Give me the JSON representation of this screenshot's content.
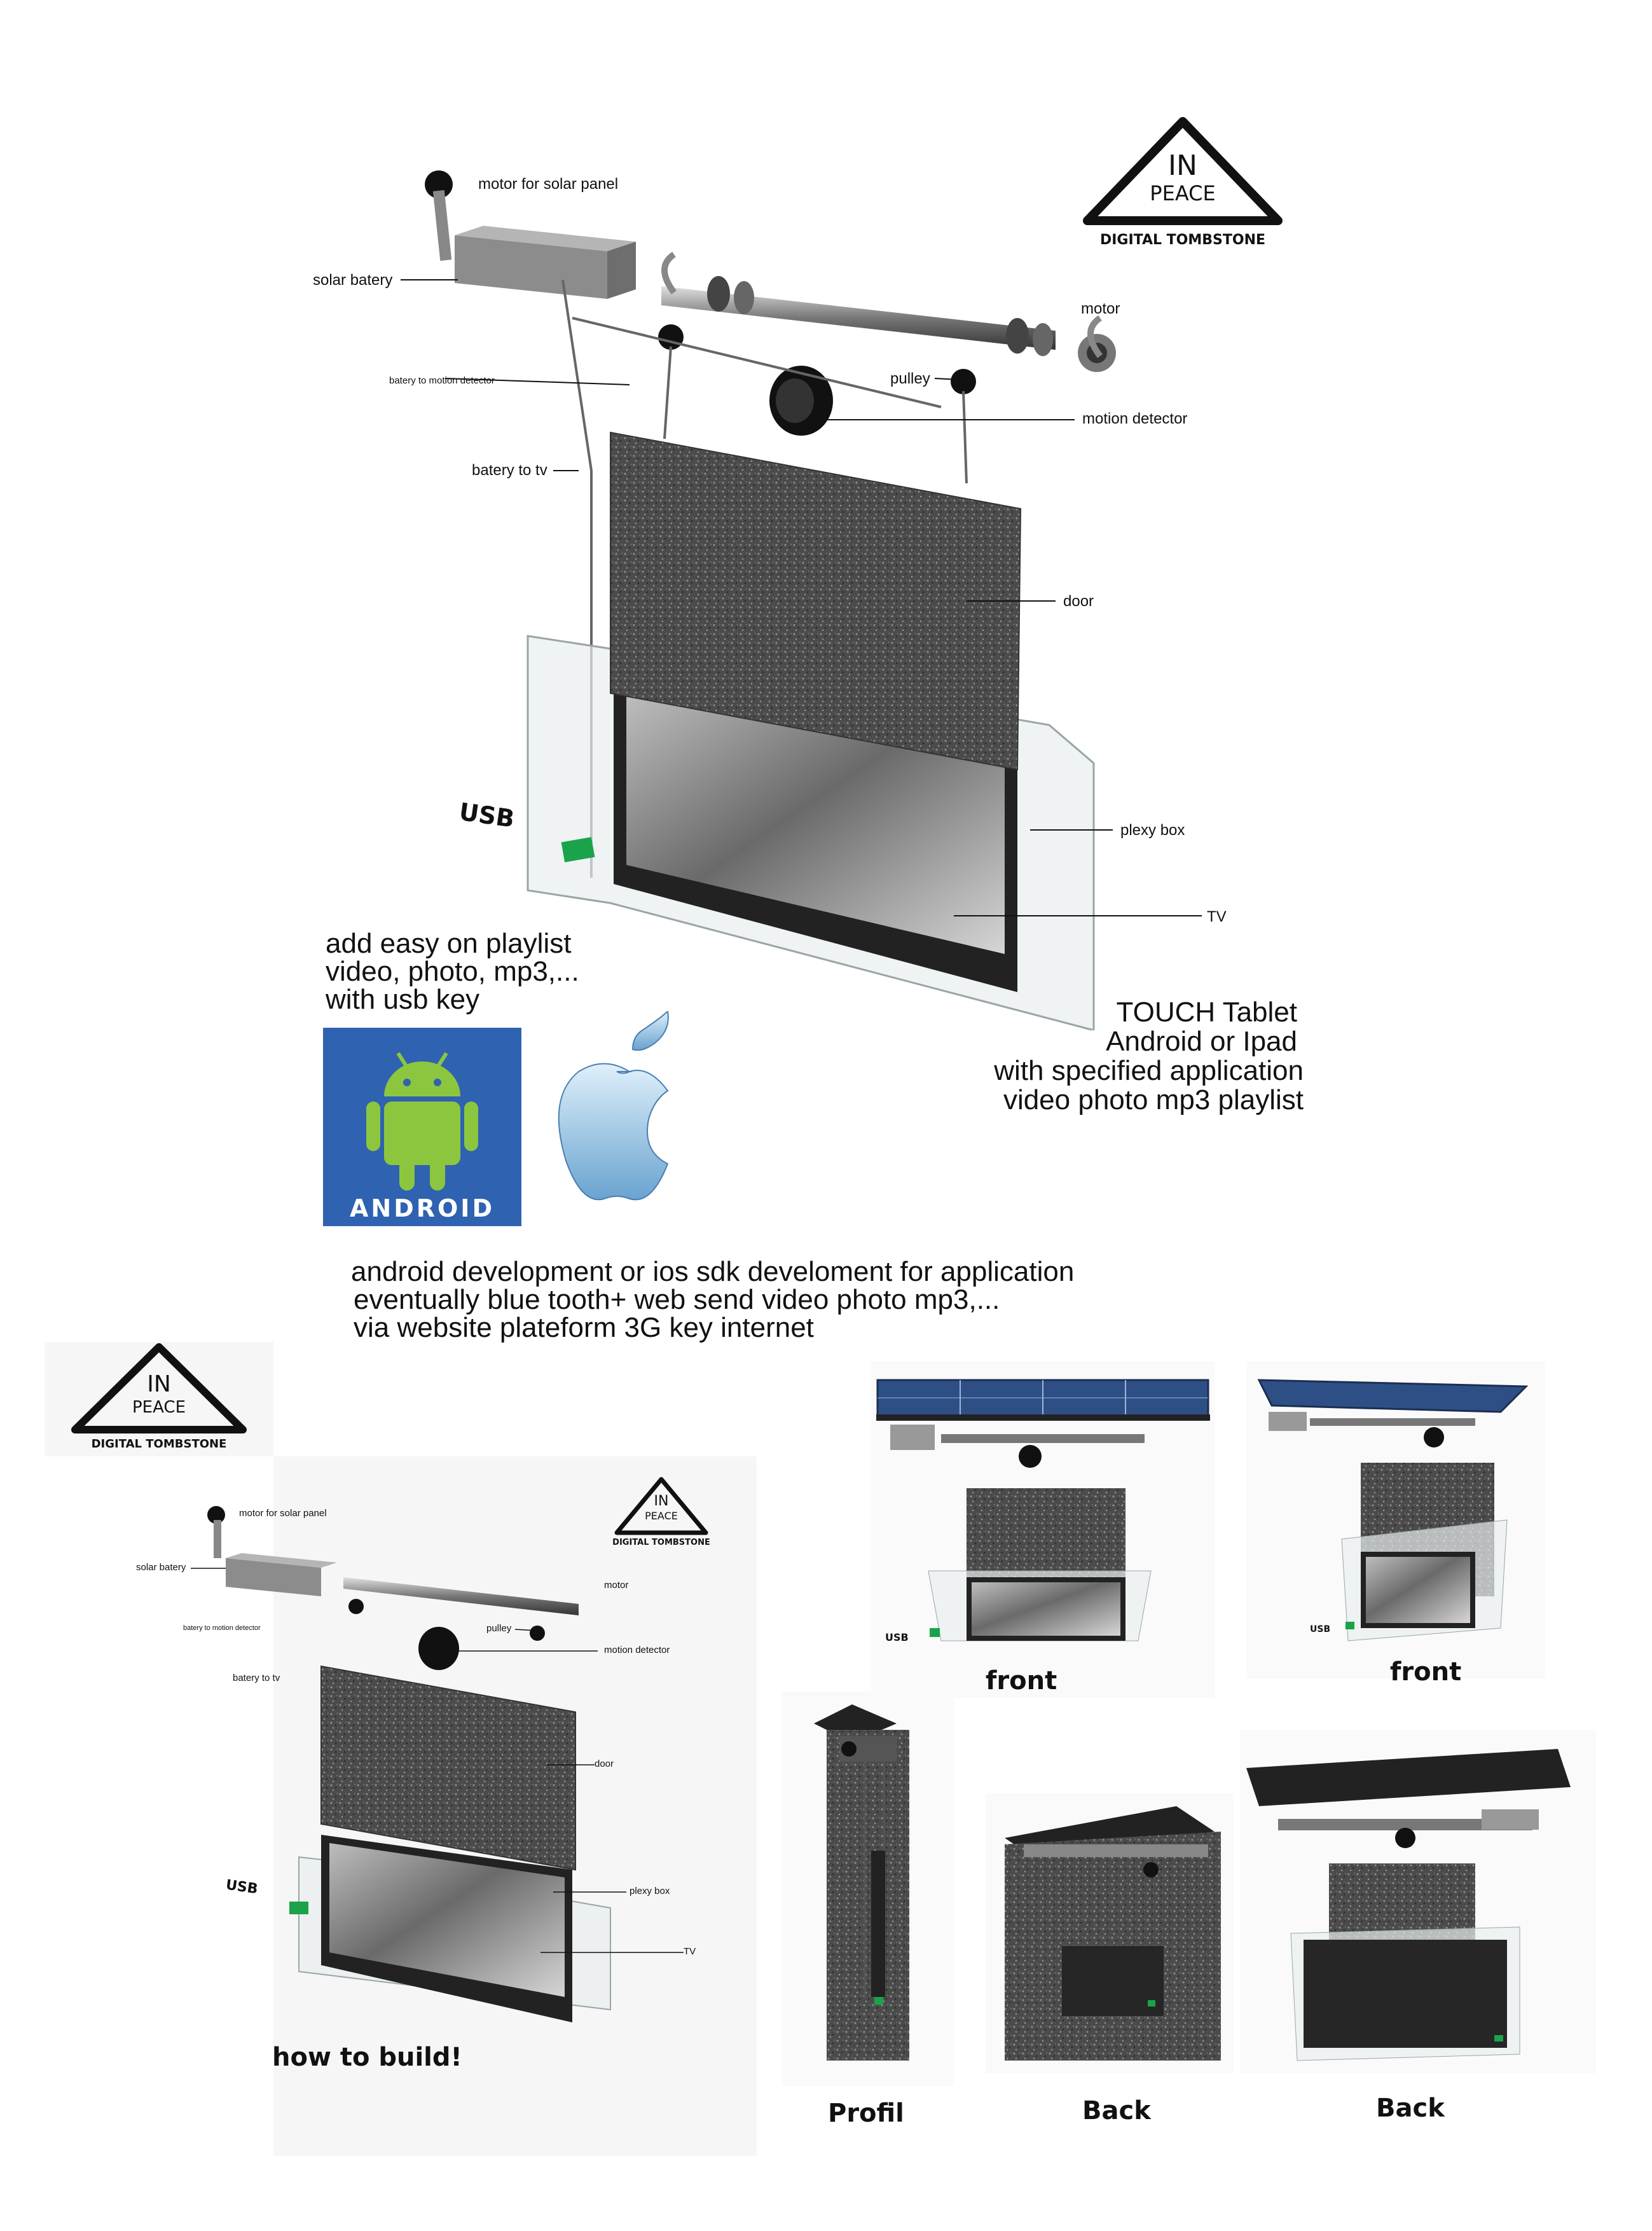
{
  "logo": {
    "line1": "IN",
    "line2": "PEACE",
    "caption": "DIGITAL TOMBSTONE"
  },
  "diagram_labels": {
    "motor_solar": "motor for solar panel",
    "solar_battery": "solar batery",
    "motor": "motor",
    "battery_motion": "batery to motion detector",
    "pulley": "pulley",
    "motion_detector": "motion detector",
    "battery_tv": "batery to tv",
    "door": "door",
    "usb": "USB",
    "plexy_box": "plexy box",
    "tv": "TV"
  },
  "playlist_text": {
    "line1": "add easy on playlist",
    "line2": "video, photo, mp3,...",
    "line3": "with usb key"
  },
  "tablet_text": {
    "line1": "TOUCH Tablet",
    "line2": "Android or Ipad",
    "line3": "with specified application",
    "line4": "video photo mp3 playlist"
  },
  "android_logo_text": "ANDROID",
  "development_text": {
    "line1": "android development  or ios sdk develoment for application",
    "line2": "eventually blue tooth+ web send video photo mp3,...",
    "line3": "via website plateform  3G key internet"
  },
  "captions": {
    "front1": "front",
    "front2": "front",
    "profil": "Profil",
    "back1": "Back",
    "back2": "Back",
    "how_to_build": "how to build!"
  }
}
